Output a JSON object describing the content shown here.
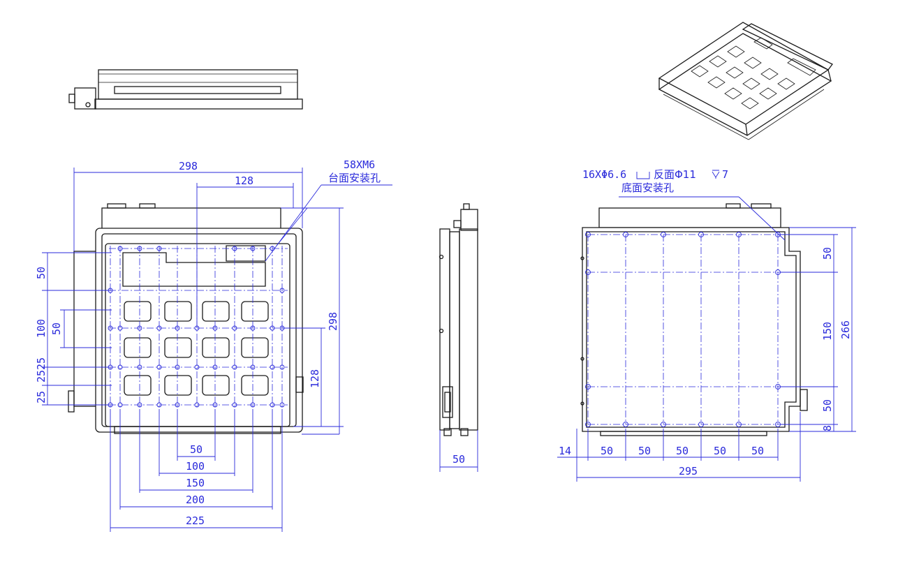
{
  "dims": {
    "front_top_298": "298",
    "front_top_128": "128",
    "front_left_50": "50",
    "front_left_100": "100",
    "front_left_50b": "50",
    "front_left_25a": "25",
    "front_left_25b": "25",
    "front_left_25c": "25",
    "front_right_298": "298",
    "front_right_128": "128",
    "front_bottom_50": "50",
    "front_bottom_100": "100",
    "front_bottom_150": "150",
    "front_bottom_200": "200",
    "front_bottom_225": "225",
    "side_bottom_50": "50",
    "bottom_right_50a": "50",
    "bottom_right_150": "150",
    "bottom_right_50b": "50",
    "bottom_right_266": "266",
    "bottom_right_8": "8",
    "bottom_14": "14",
    "bottom_50_1": "50",
    "bottom_50_2": "50",
    "bottom_50_3": "50",
    "bottom_50_4": "50",
    "bottom_50_5": "50",
    "bottom_295": "295"
  },
  "notes": {
    "top_holes_spec": "58XM6",
    "top_holes_label": "台面安装孔",
    "bottom_holes_spec": "16XΦ6.6",
    "bottom_holes_counterbore": "反面Φ11",
    "bottom_holes_depth": "7",
    "bottom_holes_label": "底面安装孔"
  }
}
